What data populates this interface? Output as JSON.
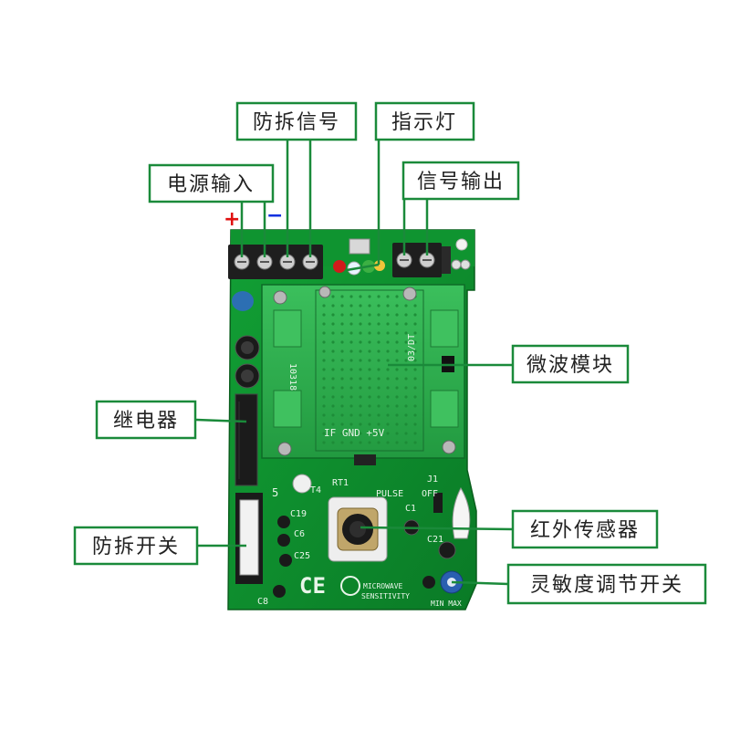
{
  "labels": {
    "tamper_signal": "防拆信号",
    "indicator": "指示灯",
    "power_input": "电源输入",
    "signal_output": "信号输出",
    "microwave_module": "微波模块",
    "relay": "继电器",
    "tamper_switch": "防拆开关",
    "ir_sensor": "红外传感器",
    "sensitivity_adjust": "灵敏度调节开关"
  },
  "polarity": {
    "plus": "+",
    "minus": "−"
  },
  "colors": {
    "label_border": "#1a8a3a",
    "pcb": "#0e8a2e",
    "module": "#2aa84a",
    "plus": "#e01010",
    "minus": "#1030e0"
  },
  "silkscreen": {
    "module_pins": "IF GND +5V",
    "module_code": "10318",
    "module_code2": "03/DT",
    "rt1": "RT1",
    "pulse": "PULSE",
    "off": "OFF",
    "j1": "J1",
    "c1": "C1",
    "c19": "C19",
    "c6": "C6",
    "c25": "C25",
    "c21": "C21",
    "c8": "C8",
    "t4": "T4",
    "s5": "5",
    "microwave": "MICROWAVE",
    "sensitivity": "SENSITIVITY",
    "minmax": "MIN MAX",
    "ce": "CE"
  }
}
